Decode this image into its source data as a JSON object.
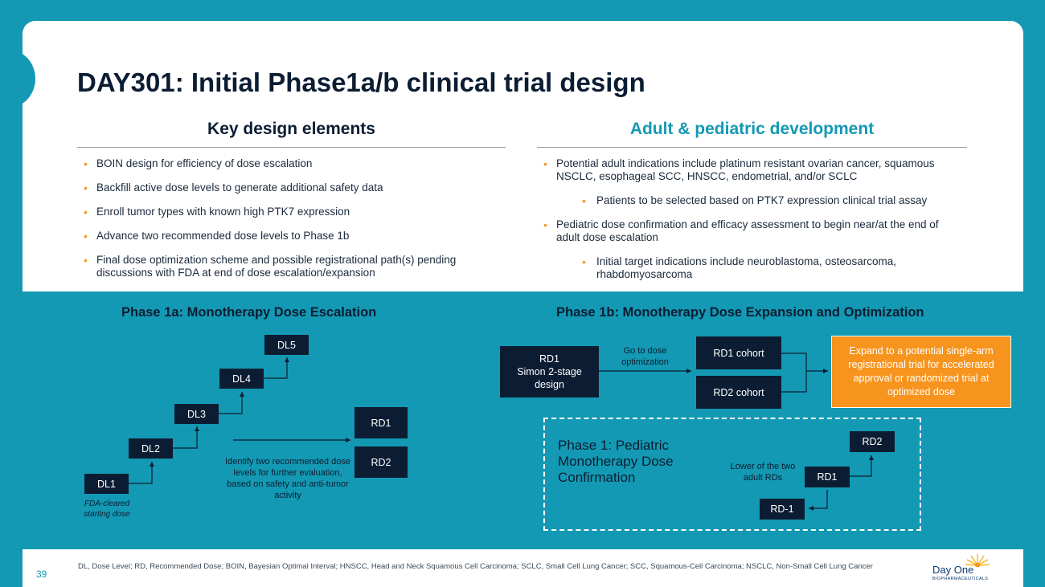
{
  "slide": {
    "title": "DAY301: Initial Phase1a/b clinical trial design",
    "page_number": "39"
  },
  "left_column": {
    "heading": "Key design elements",
    "bullets": [
      "BOIN design for efficiency of dose escalation",
      "Backfill active dose levels to generate additional safety data",
      "Enroll tumor types with known high PTK7 expression",
      "Advance two recommended dose levels to Phase 1b",
      "Final dose optimization scheme and possible registrational path(s) pending discussions with FDA at end of dose escalation/expansion"
    ]
  },
  "right_column": {
    "heading": "Adult & pediatric development",
    "heading_color": "#1399b3",
    "bullets": [
      "Potential adult indications include platinum resistant ovarian cancer, squamous NSCLC, esophageal SCC, HNSCC, endometrial, and/or SCLC",
      "Patients to be selected based on PTK7 expression clinical trial assay",
      "Pediatric dose confirmation and efficacy assessment to begin near/at the end of adult dose escalation",
      "Initial target indications include neuroblastoma, osteosarcoma, rhabdomyosarcoma"
    ]
  },
  "phase1a": {
    "heading": "Phase 1a: Monotherapy Dose Escalation",
    "dose_levels": [
      "DL1",
      "DL2",
      "DL3",
      "DL4",
      "DL5"
    ],
    "starting_note": "FDA-cleared starting dose",
    "rd1": "RD1",
    "rd2": "RD2",
    "arrow_caption": "Identify two recommended dose levels for further evaluation, based on safety and anti-tumor activity"
  },
  "phase1b": {
    "heading": "Phase 1b: Monotherapy Dose Expansion and Optimization",
    "rd1_box_line1": "RD1",
    "rd1_box_line2": "Simon 2-stage",
    "rd1_box_line3": "design",
    "go_caption": "Go to dose optimization",
    "rd1_cohort": "RD1 cohort",
    "rd2_cohort": "RD2 cohort",
    "expand_box": "Expand to a potential single-arm registrational trial for accelerated approval or randomized trial at optimized dose",
    "expand_color": "#f7941d"
  },
  "pediatric": {
    "label": "Phase 1: Pediatric Monotherapy Dose Confirmation",
    "lower_caption": "Lower of the two adult RDs",
    "rd2": "RD2",
    "rd1": "RD1",
    "rd_minus1": "RD-1"
  },
  "footer": {
    "footnote": "DL, Dose Level; RD, Recommended Dose; BOIN, Bayesian Optimal Interval; HNSCC, Head and Neck Squamous Cell Carcinoma; SCLC, Small Cell Lung Cancer; SCC, Squamous-Cell Carcinoma; NSCLC, Non-Small Cell Lung Cancer",
    "logo_name": "Day One",
    "logo_sub": "BIOPHARMACEUTICALS"
  },
  "colors": {
    "background": "#1399b3",
    "navy": "#0c1d33",
    "accent_orange": "#f39a2b"
  }
}
